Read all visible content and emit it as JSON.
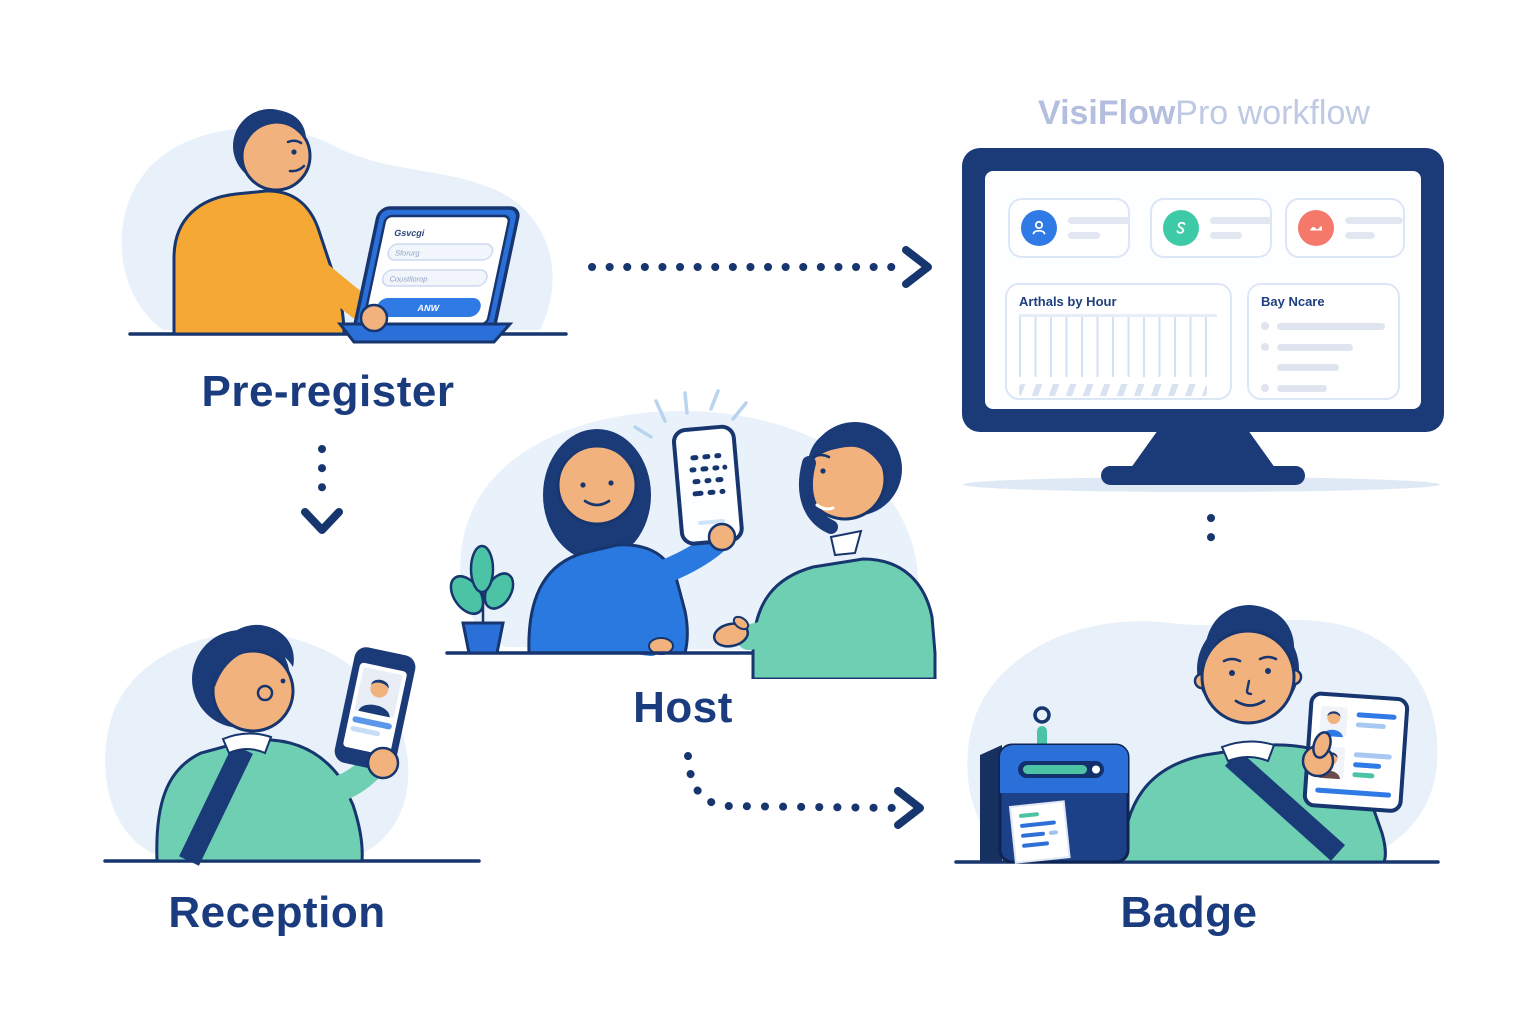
{
  "title": {
    "brand": "VisiFlow",
    "suffix": "Pro workflow"
  },
  "steps": {
    "pre_register": {
      "label": "Pre-register"
    },
    "reception": {
      "label": "Reception"
    },
    "host": {
      "label": "Host"
    },
    "badge": {
      "label": "Badge"
    }
  },
  "pre_register_form": {
    "header": "Gsvcgi",
    "field_1": "Sforurg",
    "field_2": "Coustllorop",
    "submit": "ANW"
  },
  "monitor_dashboard": {
    "stat_cards": [
      {
        "icon": "visitor-person-icon",
        "color": "#2f7ae5"
      },
      {
        "icon": "swirl-icon",
        "color": "#3ec9a7"
      },
      {
        "icon": "wave-icon",
        "color": "#f4796b"
      }
    ],
    "arrivals_card": {
      "title": "Arthals by Hour",
      "bar_count": 14
    },
    "names_card": {
      "title": "Bay Ncare",
      "row_count": 4
    }
  },
  "colors": {
    "navy": "#1b3a78",
    "label_navy": "#1a3c7e",
    "blue": "#2b6fd8",
    "button_blue": "#2f7ae5",
    "teal_sweater": "#6fcfb2",
    "accent_teal": "#4cc3a5",
    "orange": "#f5a833",
    "skin": "#f2b27e",
    "blob": "#e8f1fa",
    "coral": "#f4796b",
    "title_lavender": "#b9c3e0"
  }
}
